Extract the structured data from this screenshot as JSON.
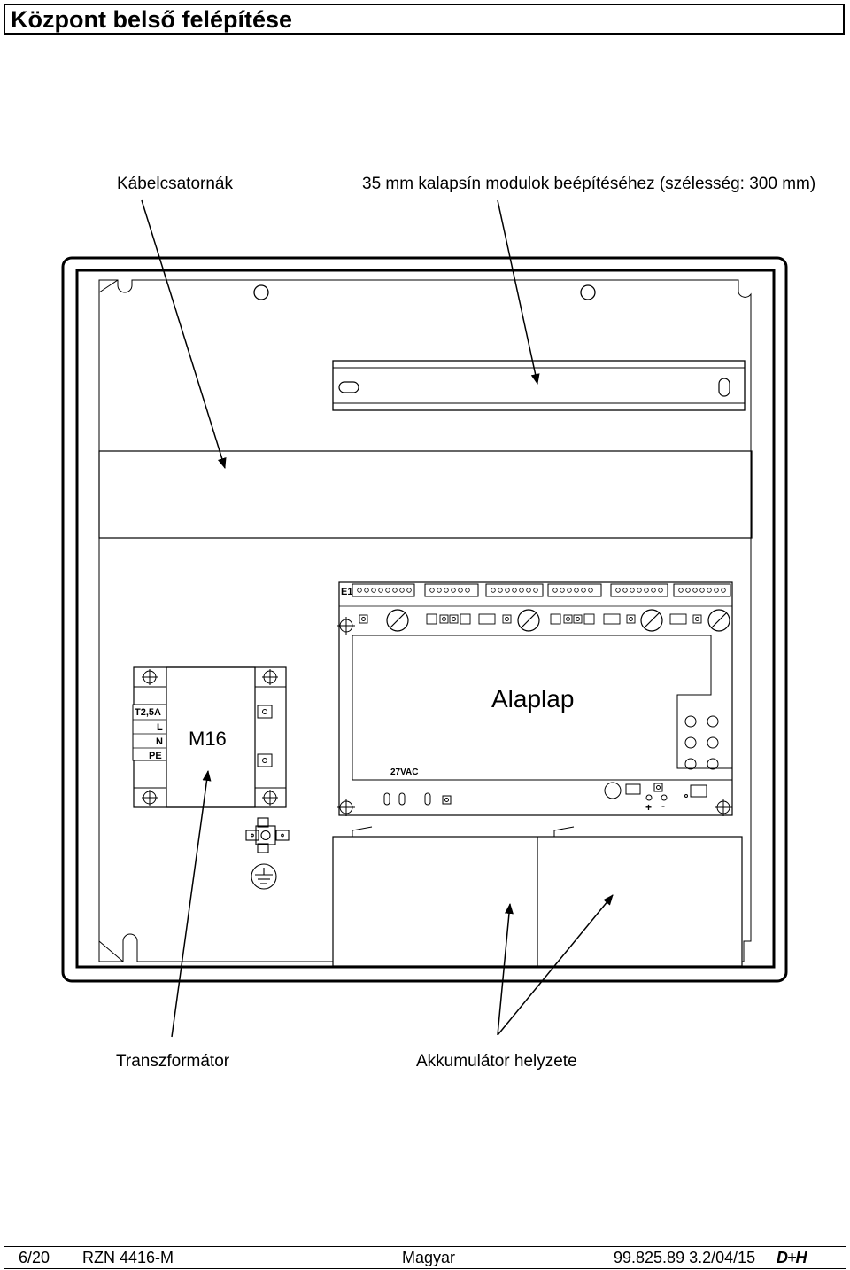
{
  "page": {
    "title": "Központ belső felépítése"
  },
  "labels": {
    "cable_channels": "Kábelcsatornák",
    "din_rail": "35 mm kalapsín modulok beépítéséhez (szélesség: 300 mm)",
    "transformer": "Transzformátor",
    "battery": "Akkumulátor helyzete"
  },
  "board": {
    "mainboard": "Alaplap",
    "e1": "E1",
    "vac": "27VAC",
    "plus": "+",
    "minus": "-"
  },
  "transformer_block": {
    "name": "M16",
    "terminals": [
      "T2,5A",
      "L",
      "N",
      "PE"
    ]
  },
  "footer": {
    "page": "6/20",
    "doc": "RZN 4416-M",
    "language": "Magyar",
    "version": "99.825.89 3.2/04/15",
    "logo": "D+H"
  }
}
